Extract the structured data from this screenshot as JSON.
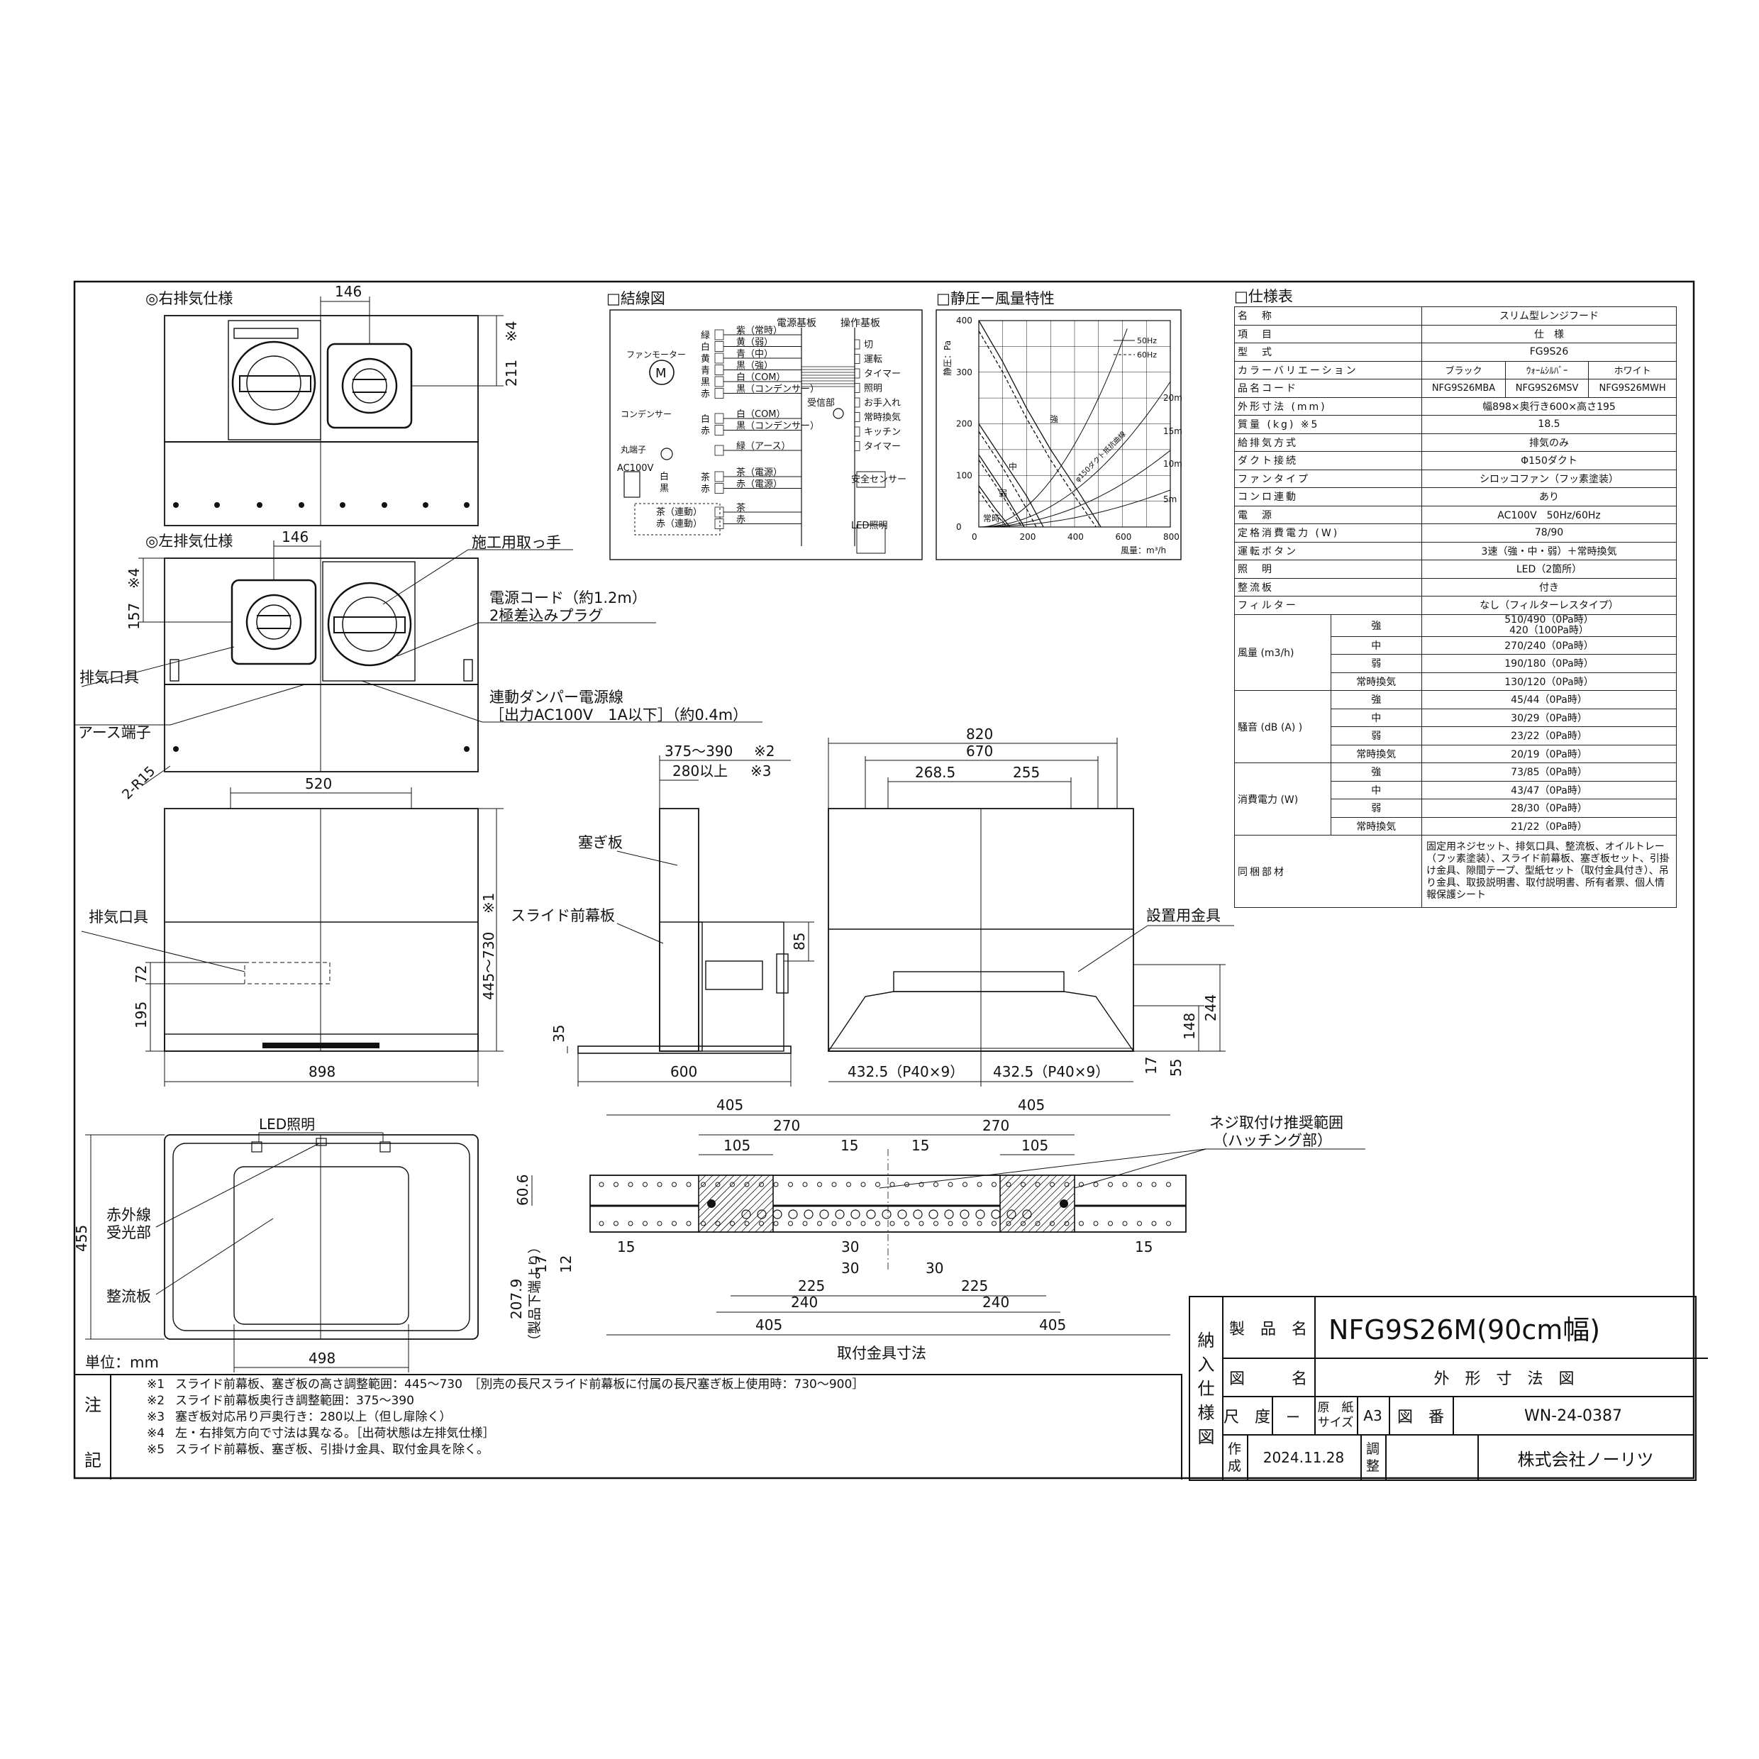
{
  "sections": {
    "right_exhaust": "◎右排気仕様",
    "left_exhaust": "◎左排気仕様",
    "wiring": "□結線図",
    "pq_curve": "□静圧ー風量特性",
    "spec_table": "□仕様表"
  },
  "views": {
    "right": {
      "dim_146": "146",
      "dim_211": "211",
      "note4": "※4"
    },
    "left": {
      "dim_146": "146",
      "dim_157": "157",
      "note4": "※4",
      "handle": "施工用取っ手",
      "cord1": "電源コード（約1.2m）",
      "cord2": "2極差込みプラグ",
      "exhaust": "排気口具",
      "damper1": "連動ダンパー電源線",
      "damper2": "［出力AC100V　1A以下］（約0.4m）",
      "earth": "アース端子",
      "r15": "2-R15"
    },
    "front": {
      "dim_520": "520",
      "exhaust": "排気口具",
      "dim_72": "72",
      "dim_195": "195",
      "dim_445": "445～730",
      "note1": "※1",
      "dim_898": "898"
    },
    "side": {
      "dim_375": "375～390",
      "note2": "※2",
      "dim_280": "280以上",
      "note3": "※3",
      "plug_plate": "塞ぎ板",
      "slide": "スライド前幕板",
      "dim_85": "85",
      "dim_35": "35",
      "dim_600": "600"
    },
    "back": {
      "dim_820": "820",
      "dim_670": "670",
      "dim_268": "268.5",
      "dim_255": "255",
      "fitting": "設置用金具",
      "dim_244": "244",
      "dim_148": "148",
      "dim_17": "17",
      "dim_55": "55",
      "dim_p1": "432.5（P40×9）",
      "dim_p2": "432.5（P40×9）"
    },
    "bottom": {
      "led": "LED照明",
      "ir1": "赤外線",
      "ir2": "受光部",
      "baffle": "整流板",
      "dim_455": "455",
      "dim_498": "498",
      "unit": "単位：mm"
    },
    "mount": {
      "title": "取付金具寸法",
      "screw1": "ネジ取付け推奨範囲",
      "screw2": "（ハッチング部）",
      "dims": {
        "d405a": "405",
        "d405b": "405",
        "d270a": "270",
        "d270b": "270",
        "d105a": "105",
        "d105b": "105",
        "d15a": "15",
        "d15b": "15",
        "d15c": "15",
        "d15d": "15",
        "d30a": "30",
        "d30b": "30",
        "d30c": "30",
        "d225a": "225",
        "d225b": "225",
        "d240a": "240",
        "d240b": "240",
        "d405c": "405",
        "d405d": "405",
        "d606": "60.6",
        "d17": "17",
        "d12": "12",
        "d2079": "207.9",
        "d2079note": "（製品下端より）"
      }
    }
  },
  "wiring": {
    "power_board": "電源基板",
    "op_board": "操作基板",
    "fan_motor": "ファンモーター",
    "motor": "M",
    "capacitor": "コンデンサー",
    "terminal": "丸端子",
    "ac100v": "AC100V",
    "receiver": "受信部",
    "motor_colors": [
      "緑",
      "白",
      "黄",
      "青",
      "黒",
      "赤"
    ],
    "motor_wires": [
      "紫（常時）",
      "黄（弱）",
      "青（中）",
      "黒（強）",
      "白（COM）",
      "黒（コンデンサー）"
    ],
    "cap_colors": [
      "白",
      "赤"
    ],
    "cap_wires": [
      "白（COM）",
      "黒（コンデンサー）"
    ],
    "earth_wire": "緑（アース）",
    "plug_colors": [
      "白",
      "黒"
    ],
    "plug_wires": [
      "茶（電源）",
      "赤（電源）"
    ],
    "plug_pin_colors": [
      "茶",
      "赤"
    ],
    "damper_colors": [
      "茶（連動）",
      "赤（連動）"
    ],
    "damper_wires": [
      "茶",
      "赤"
    ],
    "switches": [
      "切",
      "運転",
      "タイマー",
      "照明",
      "お手入れ",
      "常時換気",
      "キッチン",
      "タイマー"
    ],
    "safety": "安全センサー",
    "led": "LED照明"
  },
  "chart_data": {
    "type": "line",
    "title": "□静圧ー風量特性",
    "xlabel": "風量：m³/h",
    "ylabel": "静圧：Pa",
    "xlim": [
      0,
      800
    ],
    "ylim": [
      0,
      400
    ],
    "xticks": [
      "0",
      "200",
      "400",
      "600",
      "800"
    ],
    "yticks": [
      "0",
      "100",
      "200",
      "300",
      "400"
    ],
    "legend": [
      "50Hz",
      "60Hz"
    ],
    "curve_labels": [
      "強",
      "中",
      "弱",
      "常時"
    ],
    "duct_labels": [
      "20m",
      "15m",
      "10m",
      "5m"
    ],
    "duct_note": "φ150ダクト抵抗曲線",
    "series": [
      {
        "name": "強 50Hz",
        "x": [
          0,
          100,
          200,
          300,
          400,
          510
        ],
        "y": [
          400,
          320,
          230,
          150,
          80,
          0
        ]
      },
      {
        "name": "強 60Hz",
        "x": [
          0,
          100,
          200,
          300,
          400,
          490
        ],
        "y": [
          380,
          300,
          210,
          130,
          60,
          0
        ]
      },
      {
        "name": "中 50Hz",
        "x": [
          0,
          100,
          200,
          270
        ],
        "y": [
          200,
          130,
          60,
          0
        ]
      },
      {
        "name": "中 60Hz",
        "x": [
          0,
          100,
          200,
          240
        ],
        "y": [
          185,
          115,
          35,
          0
        ]
      },
      {
        "name": "弱 50Hz",
        "x": [
          0,
          100,
          190
        ],
        "y": [
          140,
          70,
          0
        ]
      },
      {
        "name": "弱 60Hz",
        "x": [
          0,
          100,
          180
        ],
        "y": [
          130,
          60,
          0
        ]
      },
      {
        "name": "常時 50Hz",
        "x": [
          0,
          70,
          130
        ],
        "y": [
          80,
          35,
          0
        ]
      },
      {
        "name": "常時 60Hz",
        "x": [
          0,
          60,
          120
        ],
        "y": [
          70,
          30,
          0
        ]
      }
    ]
  },
  "spec": {
    "rows": [
      {
        "label": "名　称",
        "value": "スリム型レンジフード"
      },
      {
        "label": "項　目",
        "value": "仕　様"
      },
      {
        "label": "型　式",
        "value": "FG9S26"
      },
      {
        "label": "カラーバリエーション",
        "values": [
          "ブラック",
          "ｳｫｰﾑｼﾙﾊﾞｰ",
          "ホワイト"
        ]
      },
      {
        "label": "品名コード",
        "values": [
          "NFG9S26MBA",
          "NFG9S26MSV",
          "NFG9S26MWH"
        ]
      },
      {
        "label": "外形寸法 (mm)",
        "value": "幅898×奥行き600×高さ195"
      },
      {
        "label": "質量 (kg) ※5",
        "value": "18.5"
      },
      {
        "label": "給排気方式",
        "value": "排気のみ"
      },
      {
        "label": "ダクト接続",
        "value": "Φ150ダクト"
      },
      {
        "label": "ファンタイプ",
        "value": "シロッコファン（フッ素塗装）"
      },
      {
        "label": "コンロ連動",
        "value": "あり"
      },
      {
        "label": "電　源",
        "value": "AC100V　50Hz/60Hz"
      },
      {
        "label": "定格消費電力 (W)",
        "value": "78/90"
      },
      {
        "label": "運転ボタン",
        "value": "3速（強・中・弱）＋常時換気"
      },
      {
        "label": "照　明",
        "value": "LED（2箇所）"
      },
      {
        "label": "整流板",
        "value": "付き"
      },
      {
        "label": "フィルター",
        "value": "なし（フィルターレスタイプ）"
      }
    ],
    "groups": [
      {
        "label": "風量 (m3/h)",
        "rows": [
          {
            "mode": "強",
            "value": "510/490（0Pa時）",
            "value2": "420（100Pa時）"
          },
          {
            "mode": "中",
            "value": "270/240（0Pa時）"
          },
          {
            "mode": "弱",
            "value": "190/180（0Pa時）"
          },
          {
            "mode": "常時換気",
            "value": "130/120（0Pa時）"
          }
        ]
      },
      {
        "label": "騒音 (dB (A) )",
        "rows": [
          {
            "mode": "強",
            "value": "45/44（0Pa時）"
          },
          {
            "mode": "中",
            "value": "30/29（0Pa時）"
          },
          {
            "mode": "弱",
            "value": "23/22（0Pa時）"
          },
          {
            "mode": "常時換気",
            "value": "20/19（0Pa時）"
          }
        ]
      },
      {
        "label": "消費電力 (W)",
        "rows": [
          {
            "mode": "強",
            "value": "73/85（0Pa時）"
          },
          {
            "mode": "中",
            "value": "43/47（0Pa時）"
          },
          {
            "mode": "弱",
            "value": "28/30（0Pa時）"
          },
          {
            "mode": "常時換気",
            "value": "21/22（0Pa時）"
          }
        ]
      }
    ],
    "bundled_label": "同梱部材",
    "bundled": "固定用ネジセット、排気口具、整流板、オイルトレー（フッ素塗装）、スライド前幕板、塞ぎ板セット、引掛け金具、隙間テープ、型紙セット（取付金具付き）、吊り金具、取扱説明書、取付説明書、所有者票、個人情報保護シート"
  },
  "notes": {
    "side": [
      "注",
      "記"
    ],
    "items": [
      {
        "mark": "※1",
        "text": "スライド前幕板、塞ぎ板の高さ調整範囲：445～730　［別売の長尺スライド前幕板に付属の長尺塞ぎ板上使用時：730～900］"
      },
      {
        "mark": "※2",
        "text": "スライド前幕板奥行き調整範囲：375～390"
      },
      {
        "mark": "※3",
        "text": "塞ぎ板対応吊り戸奥行き：280以上（但し扉除く）"
      },
      {
        "mark": "※4",
        "text": "左・右排気方向で寸法は異なる。［出荷状態は左排気仕様］"
      },
      {
        "mark": "※5",
        "text": "スライド前幕板、塞ぎ板、引掛け金具、取付金具を除く。"
      }
    ]
  },
  "title_block": {
    "side": [
      "納",
      "入",
      "仕",
      "様",
      "図"
    ],
    "product_label": "製　品　名",
    "product": "NFG9S26M(90cm幅)",
    "drawing_label": "図　　　名",
    "drawing": "外　形　寸　法　図",
    "scale_label": "尺　度",
    "scale": "ー",
    "paper_label1": "原　紙",
    "paper_label2": "サイズ",
    "paper": "A3",
    "number_label": "図　番",
    "number": "WN-24-0387",
    "made_label": "作成",
    "date": "2024.11.28",
    "check_label": "調整",
    "company": "株式会社ノーリツ"
  }
}
